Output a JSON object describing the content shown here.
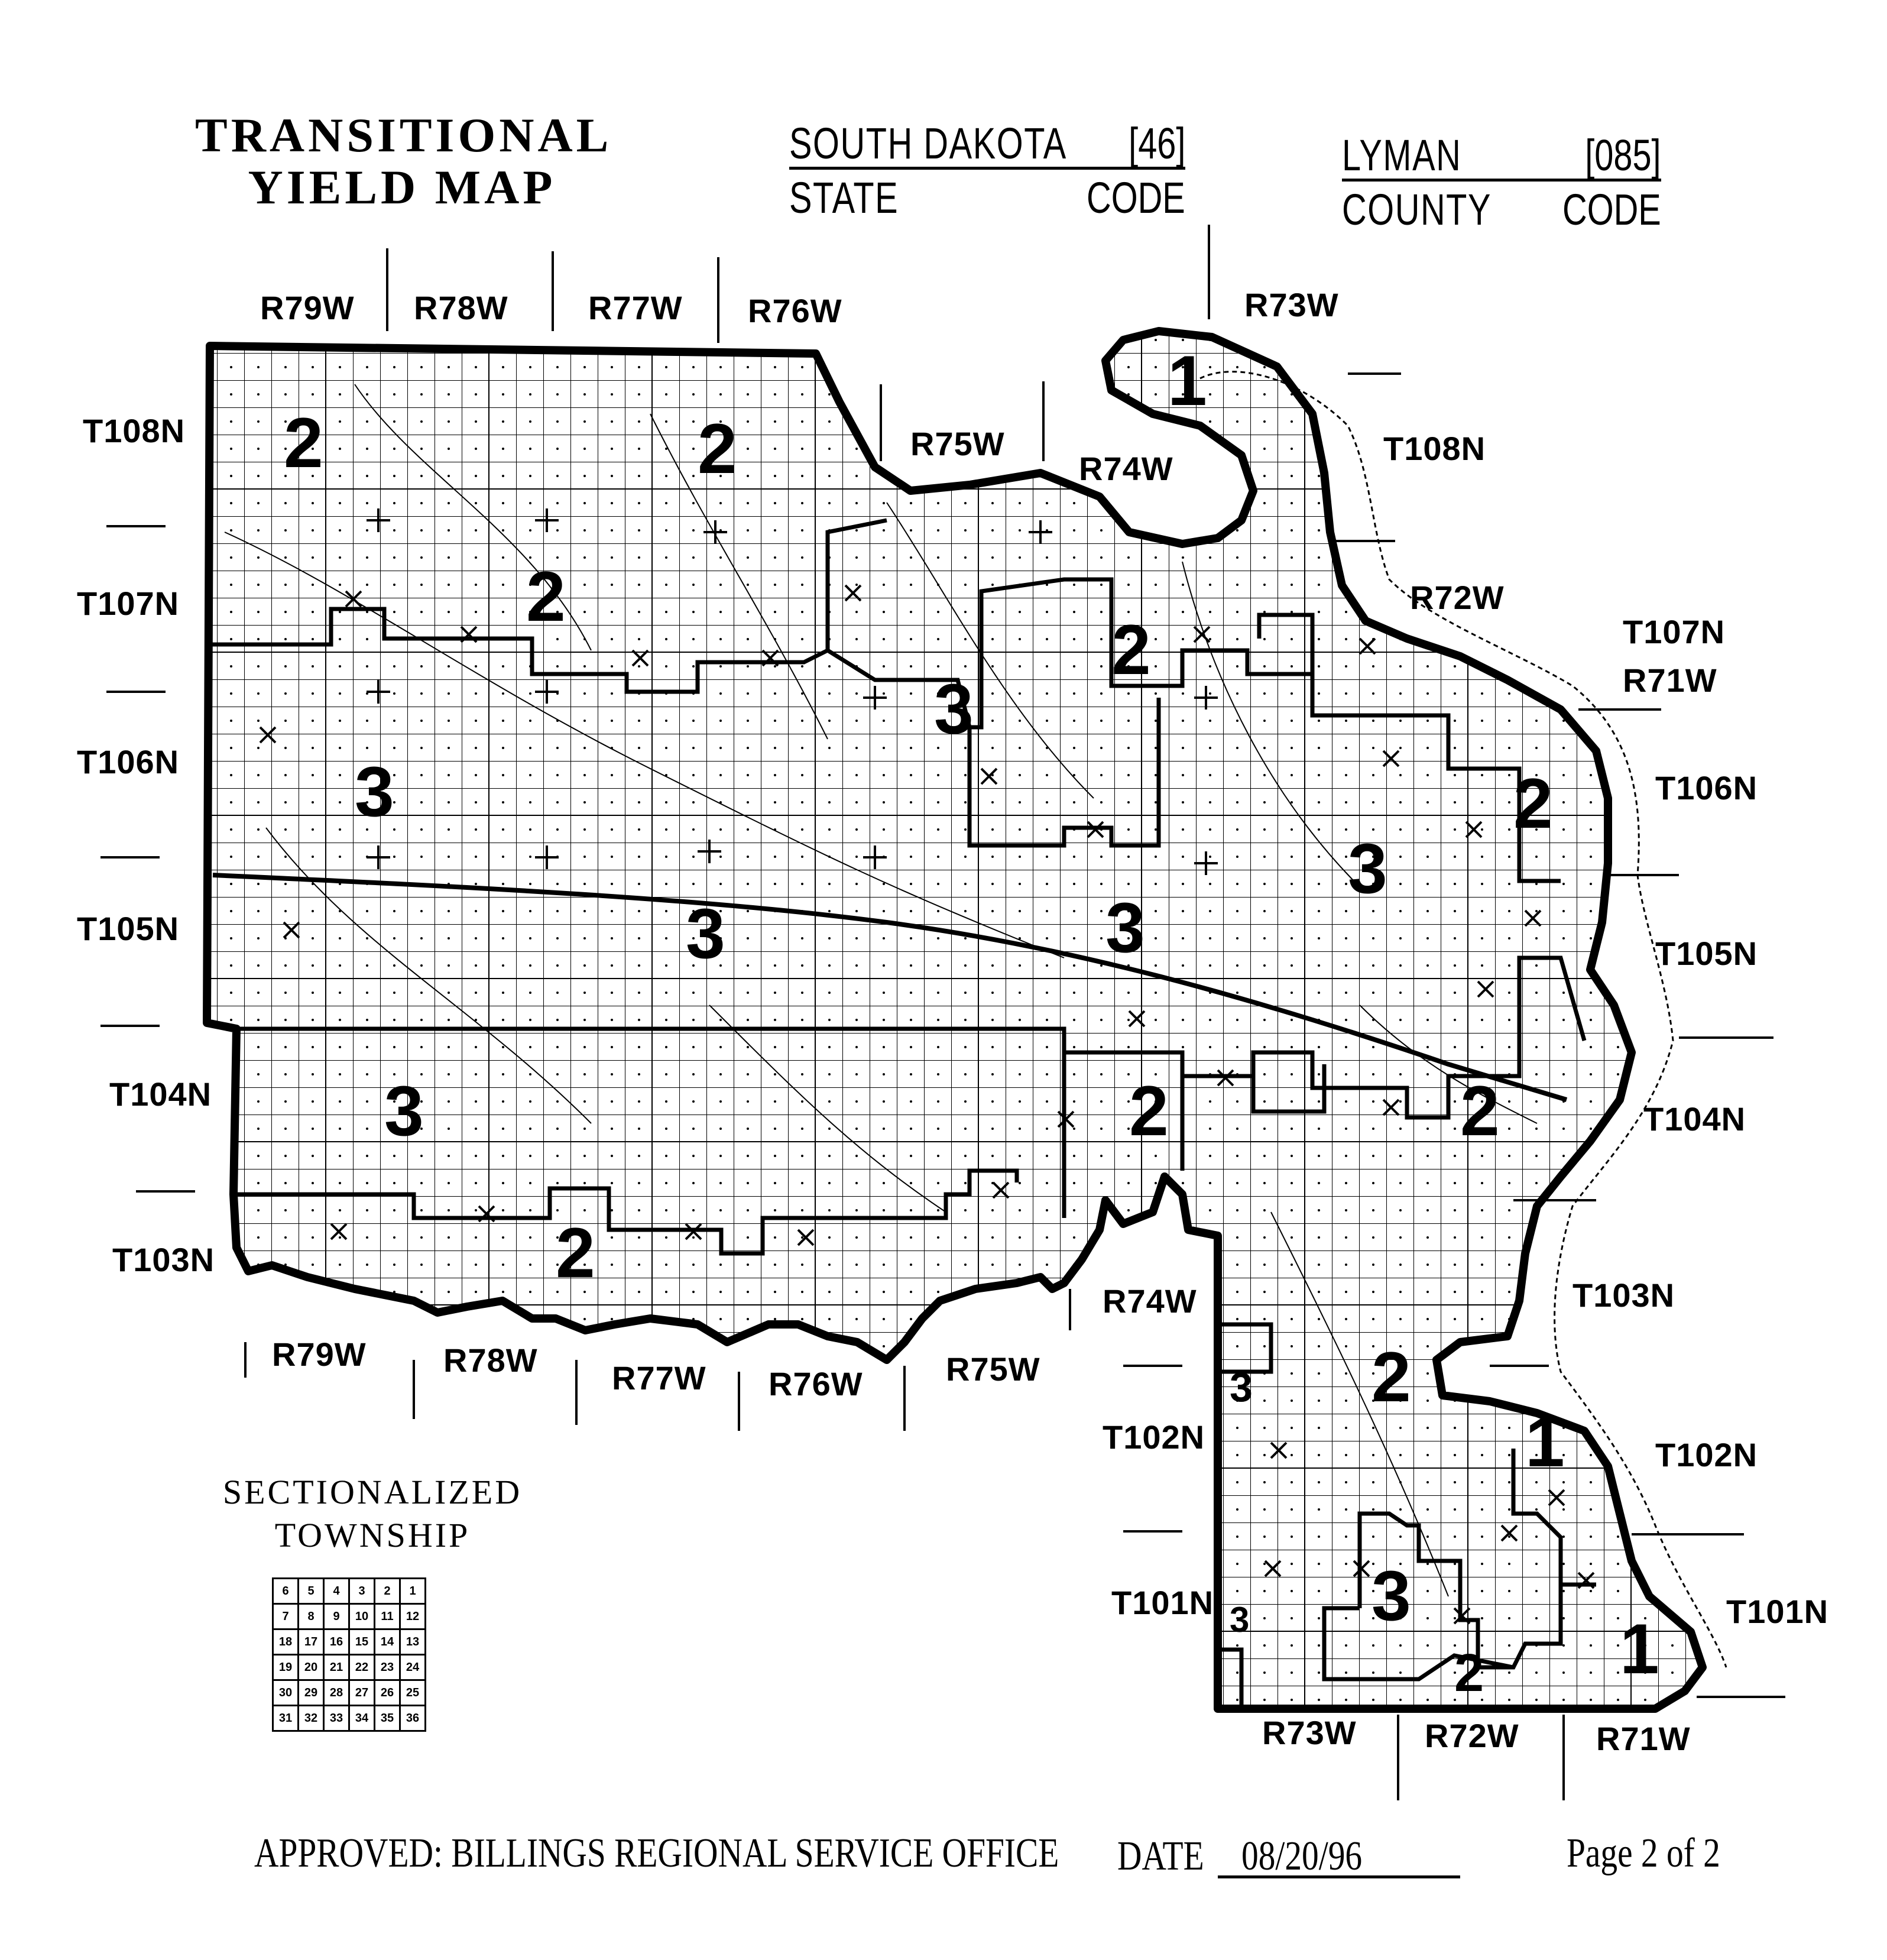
{
  "title_line1": "TRANSITIONAL",
  "title_line2": "YIELD MAP",
  "state": {
    "name": "SOUTH DAKOTA",
    "code": "[46]",
    "name_caption": "STATE",
    "code_caption": "CODE"
  },
  "county": {
    "name": "LYMAN",
    "code": "[085]",
    "name_caption": "COUNTY",
    "code_caption": "CODE"
  },
  "ranges_top": [
    "R79W",
    "R78W",
    "R77W",
    "R76W",
    "R75W",
    "R74W",
    "R73W",
    "R72W",
    "R71W"
  ],
  "ranges_bottom": [
    "R79W",
    "R78W",
    "R77W",
    "R76W",
    "R75W",
    "R74W",
    "R73W",
    "R72W",
    "R71W"
  ],
  "townships_left": [
    "T108N",
    "T107N",
    "T106N",
    "T105N",
    "T104N",
    "T103N",
    "T102N",
    "T101N"
  ],
  "townships_right": [
    "T108N",
    "T107N",
    "T106N",
    "T105N",
    "T104N",
    "T103N",
    "T102N",
    "T101N"
  ],
  "zones": [
    "1",
    "2",
    "3"
  ],
  "legend": {
    "title_line1": "SECTIONALIZED",
    "title_line2": "TOWNSHIP",
    "rows": [
      [
        "6",
        "5",
        "4",
        "3",
        "2",
        "1"
      ],
      [
        "7",
        "8",
        "9",
        "10",
        "11",
        "12"
      ],
      [
        "18",
        "17",
        "16",
        "15",
        "14",
        "13"
      ],
      [
        "19",
        "20",
        "21",
        "22",
        "23",
        "24"
      ],
      [
        "30",
        "29",
        "28",
        "27",
        "26",
        "25"
      ],
      [
        "31",
        "32",
        "33",
        "34",
        "35",
        "36"
      ]
    ]
  },
  "footer": {
    "approved": "APPROVED: BILLINGS REGIONAL SERVICE OFFICE",
    "date_label": "DATE",
    "date_value": "08/20/96",
    "page": "Page 2 of 2"
  }
}
